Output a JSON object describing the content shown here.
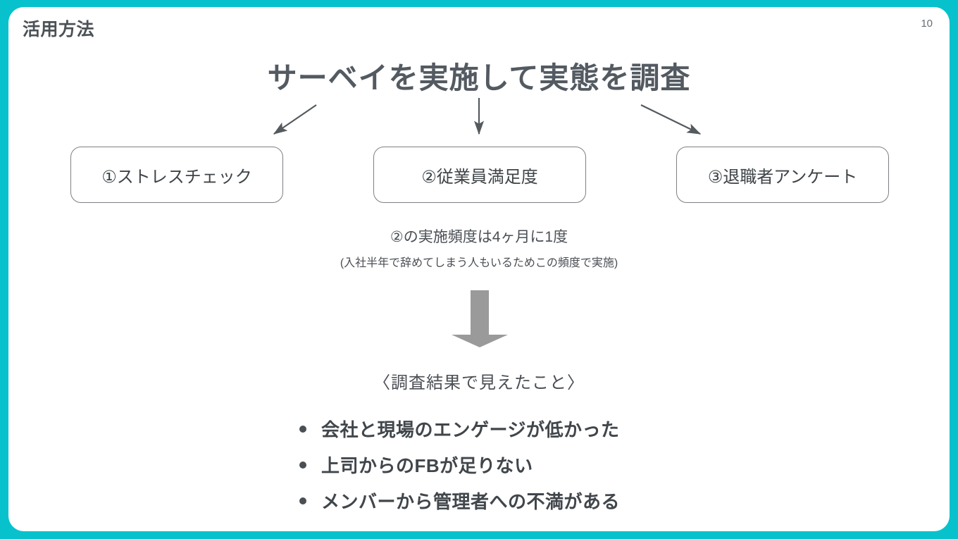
{
  "slide": {
    "title": "活用方法",
    "page_number": "10",
    "border_color": "#07c2cc",
    "background_color": "#ffffff",
    "text_color": "#4a4f54"
  },
  "heading": {
    "text": "サーベイを実施して実態を調査"
  },
  "arrows": {
    "left": "arrow-down-left",
    "center": "arrow-down",
    "right": "arrow-down-right",
    "block": "block-arrow-down",
    "line_color": "#555a5e",
    "block_color": "#9a9a9a"
  },
  "options": [
    {
      "label": "①ストレスチェック",
      "name": "stress-check"
    },
    {
      "label": "②従業員満足度",
      "name": "employee-satisfaction"
    },
    {
      "label": "③退職者アンケート",
      "name": "exit-survey"
    }
  ],
  "notes": {
    "main": "②の実施頻度は4ヶ月に1度",
    "sub": "(入社半年で辞めてしまう人もいるためこの頻度で実施)"
  },
  "results": {
    "heading": "〈調査結果で見えたこと〉",
    "findings": [
      "会社と現場のエンゲージが低かった",
      "上司からのFBが足りない",
      "メンバーから管理者への不満がある"
    ]
  }
}
